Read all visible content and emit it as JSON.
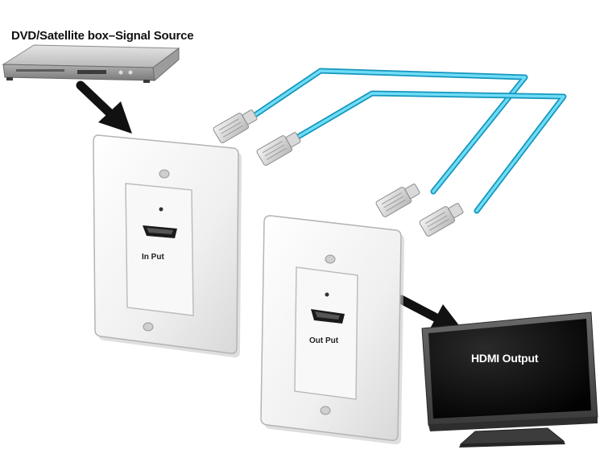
{
  "diagram": {
    "source_caption": "DVD/Satellite box–Signal Source",
    "input_plate_label": "In Put",
    "output_plate_label": "Out Put",
    "tv_label": "HDMI Output"
  },
  "colors": {
    "cable": "#45c8ea",
    "plate": "#f2f2f2",
    "arrow": "#111111",
    "tv_screen": "#050505"
  },
  "icons": [
    "dvd-player-icon",
    "rj45-plug-icon",
    "arrow-icon",
    "hdmi-port-icon",
    "tv-icon"
  ]
}
